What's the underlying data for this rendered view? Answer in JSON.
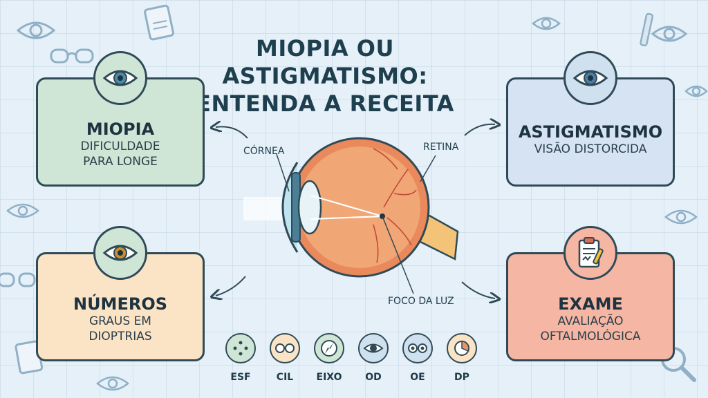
{
  "title": {
    "line1": "MIOPIA OU ASTIGMATISMO:",
    "line2": "ENTENDA A RECEITA"
  },
  "cards": {
    "miopia": {
      "title": "MIOPIA",
      "line1": "DIFICULDADE",
      "line2": "PARA LONGE"
    },
    "numeros": {
      "title": "NÚMEROS",
      "line1": "GRAUS EM",
      "line2": "DIOPTRIAS"
    },
    "astigmatismo": {
      "title": "ASTIGMATISMO",
      "line1": "VISÃO DISTORCIDA"
    },
    "exame": {
      "title": "EXAME",
      "line1": "AVALIAÇÃO",
      "line2": "OFTALMOLÓGICA"
    }
  },
  "eye_labels": {
    "cornea": "CÓRNEA",
    "retina": "RETINA",
    "focus": "FOCO DA LUZ"
  },
  "symbols": [
    {
      "label": "ESF",
      "color": "#cfe6d6",
      "icon": "dots-icon"
    },
    {
      "label": "CIL",
      "color": "#fbe3c6",
      "icon": "glasses-icon"
    },
    {
      "label": "EIXO",
      "color": "#cfe6d6",
      "icon": "compass-icon"
    },
    {
      "label": "OD",
      "color": "#cfe0ee",
      "icon": "eye-icon"
    },
    {
      "label": "OE",
      "color": "#cfe0ee",
      "icon": "eyes-icon"
    },
    {
      "label": "DP",
      "color": "#fbe3c6",
      "icon": "pie-icon"
    }
  ],
  "colors": {
    "background": "#e6f0f8",
    "miopia": "#cfe6d6",
    "numeros": "#fbe3c6",
    "astigmatismo": "#d6e3f2",
    "exame": "#f5b6a3",
    "outline": "#2f4a56"
  }
}
